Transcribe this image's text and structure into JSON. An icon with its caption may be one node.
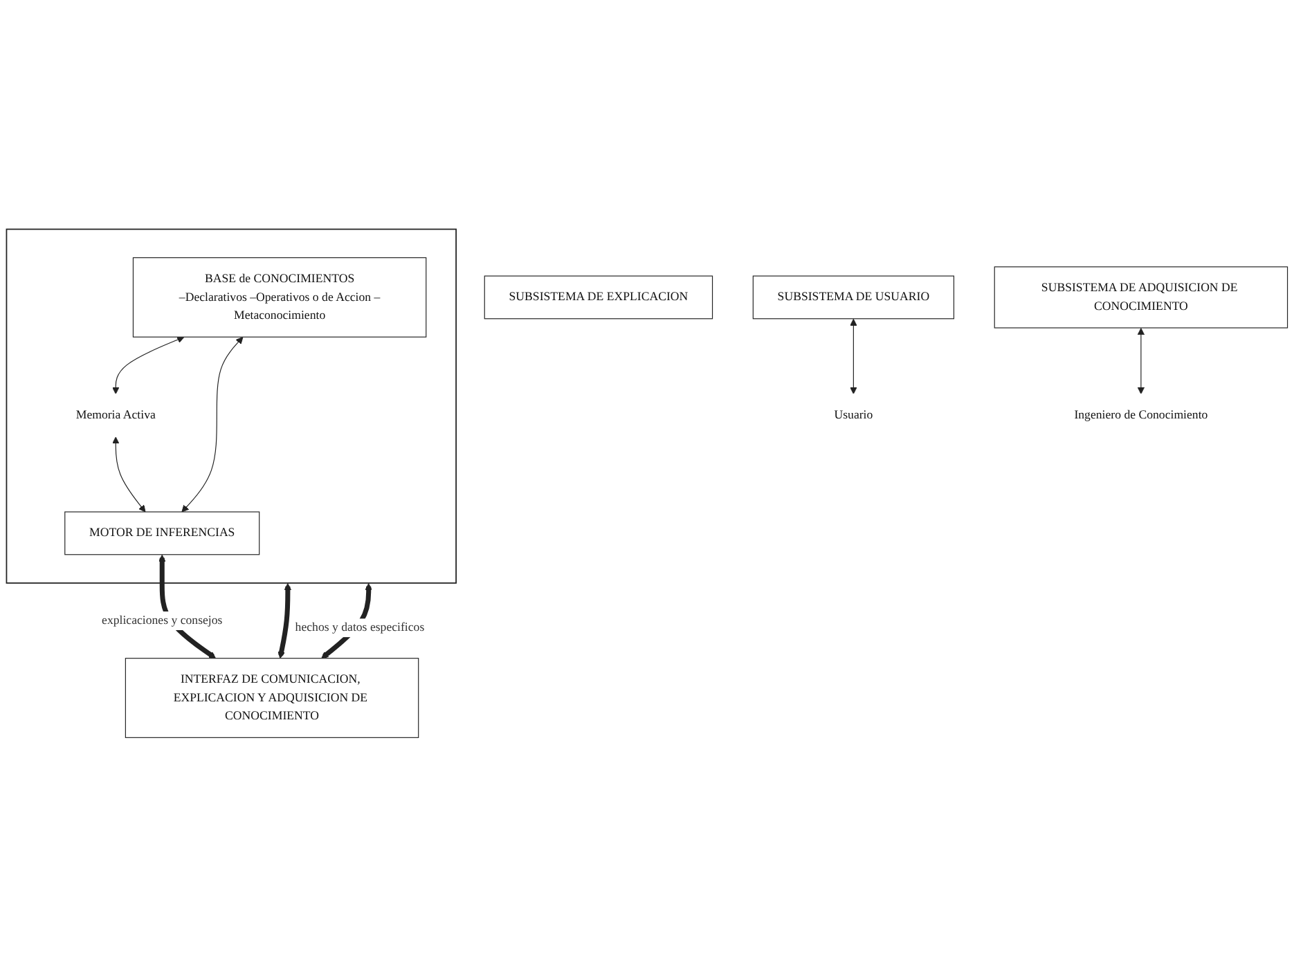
{
  "diagram": {
    "nodes": [
      {
        "text": [],
        "shape": "box"
      },
      {
        "text": [
          "BASE de CONOCIMIENTOS",
          "–Declarativos –Operativos o de Accion –Metaconocimiento"
        ],
        "in": 0
      },
      {
        "text": [
          "Memoria Activa"
        ],
        "in": 0
      },
      {
        "text": [
          "MOTOR DE INFERENCIAS"
        ],
        "in": 0
      },
      {
        "text": [
          "INTERFAZ DE COMUNICACION, EXPLICACION Y ADQUISICION DE CONOCIMIENTO"
        ]
      },
      {
        "text": [
          "SUBSISTEMA DE USUARIO"
        ]
      },
      {
        "text": [
          "SUBSISTEMA DE EXPLICACION"
        ]
      },
      {
        "text": [
          "SUBSISTEMA DE ADQUISICION DE CONOCIMIENTO"
        ]
      },
      {
        "text": [
          "Usuario"
        ]
      },
      {
        "text": [
          "Ingeniero de Conocimiento"
        ]
      }
    ],
    "edges": [
      {
        "from": 1,
        "to": 2,
        "arrow": "both"
      },
      {
        "from": 2,
        "to": 3,
        "arrow": "both"
      },
      {
        "from": 1,
        "to": 3,
        "arrow": "both"
      },
      {
        "from": 0,
        "to": 4,
        "arrow": "both",
        "style": "thick"
      },
      {
        "from": 3,
        "to": 4,
        "arrow": "both",
        "style": "thick",
        "label": "explicaciones y consejos"
      },
      {
        "from": 0,
        "to": 4,
        "arrow": "both",
        "style": "thick",
        "label": "hechos y datos especificos"
      },
      {
        "from": 5,
        "to": 8,
        "arrow": "both"
      },
      {
        "from": 7,
        "to": 9,
        "arrow": "both"
      }
    ]
  }
}
